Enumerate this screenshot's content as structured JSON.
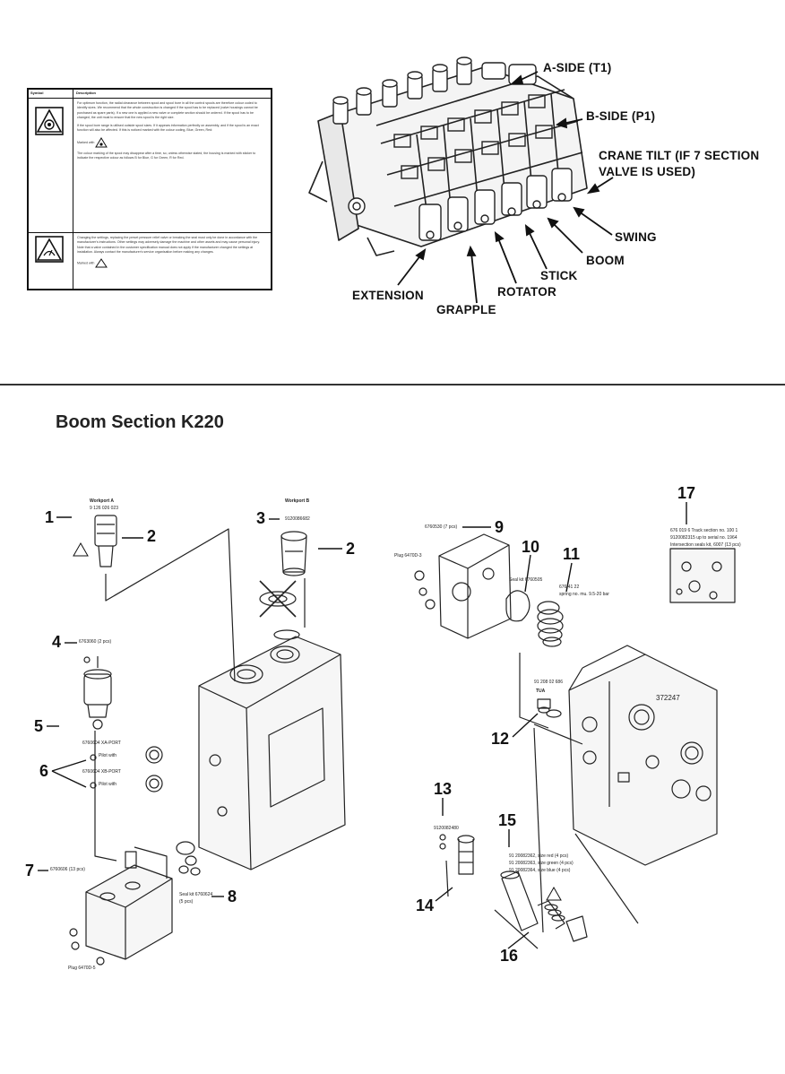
{
  "table": {
    "header_symbol": "Symbol",
    "header_description": "Description",
    "row1": {
      "para1": "For optimum function, the radial clearance between spool and spool bore in all the control spools are therefore colour coded to identify sizes. We recommend that the whole construction is changed if the spool has to be replaced (valve housings cannot be purchased as spare parts). If a new one is applied a new valve or complete section should be ordered. If the spool has to be changed, the unit must to ensure that the new spool is the right size.",
      "para2": "If the spool bore range is utilised outside spool sizes. If it appears information perfectly on assembly, and if the spool is an exact function will also be affected. If this is noticed marked with the colour coding, Blue, Green, Red:",
      "marked_with": "Marked with",
      "para3": "The colour marking of the spool may disappear after a time, so, unless otherwise stated, the housing is marked with sticker to indicate the respective colour as follows B for Blue, G for Green, R for Red."
    },
    "row2": {
      "para1": "Changing the settings, replacing the preset pressure relief valve or breaking the seal must only be done in accordance with the manufacturer's instructions. Other settings may adversely damage the machine and other assets and may cause personal injury. Note that a valve contained in the customer specification manual does not apply if the manufacturer changed the settings at installation. Always contact the manufacturer's service organisation before making any changes.",
      "marked_with": "Marked with"
    }
  },
  "top_callouts": {
    "a_side": "A-SIDE (T1)",
    "b_side": "B-SIDE (P1)",
    "crane_tilt_1": "CRANE TILT (IF 7 SECTION",
    "crane_tilt_2": "VALVE IS USED)",
    "swing": "SWING",
    "boom": "BOOM",
    "stick": "STICK",
    "rotator": "ROTATOR",
    "grapple": "GRAPPLE",
    "extension": "EXTENSION"
  },
  "section_title": "Boom Section K220",
  "parts": {
    "n1": "1",
    "n2": "2",
    "n2b": "2",
    "n3": "3",
    "n4": "4",
    "n5": "5",
    "n6": "6",
    "n7": "7",
    "n8": "8",
    "n9": "9",
    "n10": "10",
    "n11": "11",
    "n12": "12",
    "n13": "13",
    "n14": "14",
    "n15": "15",
    "n16": "16",
    "n17": "17"
  },
  "labels": {
    "workport_a": "Workport A",
    "workport_a_pn": "9 126 026 023",
    "workport_b": "Workport B",
    "workport_b_pn": "9120086682",
    "p4_pn": "6763060 (2 pcs)",
    "xa_port": "6760604  XA-PORT",
    "xb_port": "6760604  XB-PORT",
    "pilot": "Pilot with",
    "p7_pn": "6760606 (13 pcs)",
    "p8_seal": "Seal kit 6760624",
    "p8_pcs": "(5 pcs)",
    "p9_pn": "6760530 (7 pcs)",
    "plug_top": "Plug 6470D-3",
    "plug_bottom": "Plug 6470D-5",
    "p10_seal": "Seal kit 6760505",
    "p11_pn": "676 41 22",
    "p11_spring": "spring no. mu. 9.5-20 bar",
    "p12_pn": "91 208 02 686",
    "p12_tua": "TUA",
    "p13_pn": "9120082480",
    "p15_red": "91 20082362, size red (4 pcs)",
    "p15_green": "91 20082363, size green (4 pcs)",
    "p15_blue": "91 20082364, size blue (4 pcs)",
    "p17_line1": "676 019 6 Track section no. 100 1",
    "p17_line2": "9120082315  up to serial no. 1964",
    "p17_line3": "Intersection seals kit, 6007 (13 pcs)",
    "housing_code": "372247"
  }
}
